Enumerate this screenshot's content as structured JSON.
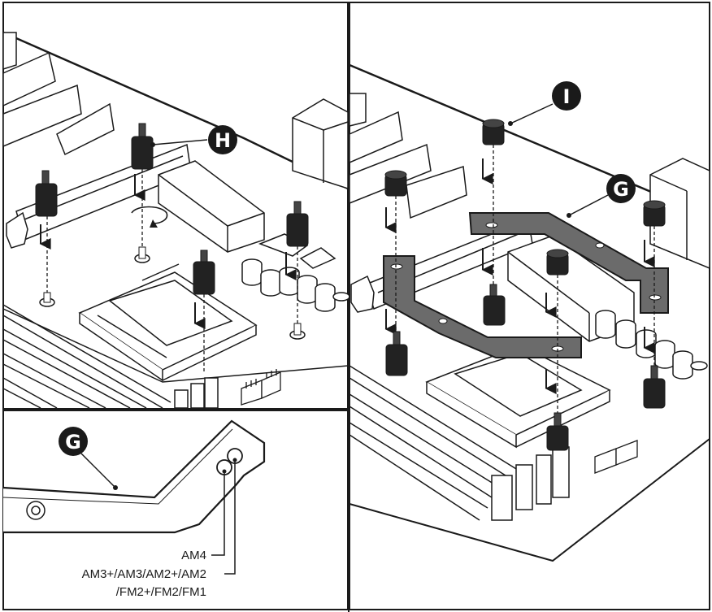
{
  "callouts": {
    "h": "H",
    "i": "I",
    "g_top": "G",
    "g_detail": "G"
  },
  "detail_labels": {
    "am4": "AM4",
    "am3_line1": "AM3+/AM3/AM2+/AM2",
    "am3_line2": "/FM2+/FM2/FM1"
  },
  "colors": {
    "line": "#1a1a1a",
    "board": "#ffffff",
    "bracket": "#6b6b6b",
    "standoff": "#222222",
    "callout_bg": "#1a1a1a"
  }
}
